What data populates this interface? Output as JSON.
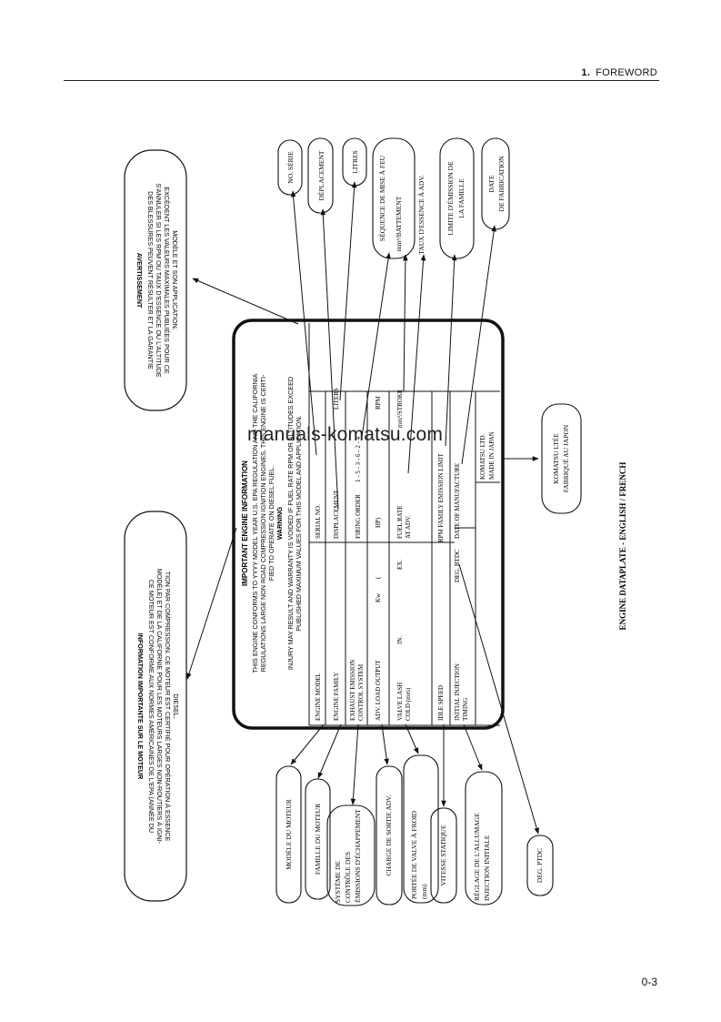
{
  "header": {
    "chapter_number": "1.",
    "chapter_title": "FOREWORD"
  },
  "page_number": "0-3",
  "watermark": "manuals-komatsu.com",
  "figure_caption": "ENGINE DATAPLATE - ENGLISH / FRENCH",
  "plate": {
    "title": "IMPORTANT ENGINE INFORMATION",
    "conformance": [
      "THIS ENGINE CONFORMS TO YYYY MODEL YEAR U.S. EPA REGULATION AND THE CALIFORNIA",
      "REGULATIONS LARGE NON ROAD COMPRESSION IGNITION ENGINES. THIS ENGINE IS CERTI-",
      "FIED TO OPERATE ON DIESEL FUEL."
    ],
    "warning_title": "WARNING",
    "warning": [
      "INJURY MAY RESULT AND WARRANTY IS VOIDED IF FUEL RATE RPM OR ALTITUDES EXCEED",
      "PUBLISHED MAXIMUM VALUES FOR THIS MODEL AND APPLICATION."
    ],
    "engine_model": "ENGINE MODEL",
    "serial_no": "SERIAL NO.",
    "engine_family": "ENGINE FAMILY",
    "displacement": "DISPLACEMENT",
    "liters": "LITERS",
    "exhaust_1": "EXHAUST EMISSION",
    "exhaust_2": "CONTROL SYSTEM",
    "firing_order": "FIRING ORDER",
    "firing_value": "1 - 5 - 3 - 6 - 2 - 4",
    "adv_load_output": "ADV. LOAD OUTPUT",
    "kw": "Kw",
    "paren_open": "(",
    "hp": "HP)",
    "rpm": "RPM",
    "valve_lash_1": "VALVE LASH",
    "valve_lash_2": "COLD (mm)",
    "in": "IN.",
    "ex": "EX.",
    "fuel_rate_1": "FUEL RATE",
    "fuel_rate_2": "AT ADV.",
    "mm3_stroke": "mm³/STROKE",
    "idle_speed": "IDLE SPEED",
    "rpm_family": "RPM FAMILY EMISSION LIMIT",
    "initial_injection_1": "INITIAL INJECTION",
    "initial_injection_2": "TIMING",
    "deg_btdc": "DEG. BTDC",
    "date_of_manufacture": "DATE OF MANUFACTURE",
    "komatsu_ltd": "KOMATSU LTD.",
    "made_in_japan": "MADE IN JAPAN"
  },
  "callouts": {
    "avertissement_title": "AVERTISSEMENT",
    "avertissement": [
      "DES BLESSURES PEUVENT RÉSULTER ET LA GARANTIE",
      "S'ANNULER SI LES RPM OU TAUX D'ESSENCE OU L'ALTITUDE",
      "EXCÈDENT LES VALEURS MAXIMALES PUBLIÉES POUR CE",
      "MODÈLE ET SON APPLICATION."
    ],
    "info_title": "INFORMATION IMPORTANTE SUR LE MOTEUR",
    "info": [
      "CE MOTEUR EST CONFORME AUX NORMES AMÉRICAINES DE L'EPA (ANNÉE DU",
      "MODÈLE) ET DE LA CALIFORNIE POUR LES MOTEURS LARGES NON-ROUTIERS À IGNI-",
      "TION PAR COMPRESSION.  CE MOTEUR EST CERTIFIÉ POUR OPÉRATION À ESSENCE",
      "DIESEL."
    ],
    "no_serie": "NO. SÉRIE",
    "deplacement": "DÉPLACEMENT",
    "litres": "LITRES",
    "sequence": "SÉQUENCE DE MISE À FEU",
    "mm3_battement": "mm³/BATTEMENT",
    "taux_essence": "TAUX D'ESSENCE  À ADV.",
    "limite_1": "LIMITE D'ÉMISSION DE",
    "limite_2": "LA FAMILLE",
    "date_1": "DATE",
    "date_2": "DE FABRICATION",
    "komatsu_fr_1": "KOMATSU LTÉE",
    "komatsu_fr_2": "FABRIQUÉ AU JAPON",
    "modele": "MODÈLE DU MOTEUR",
    "famille": "FAMILLE DU MOTEUR",
    "systeme_1": "SYSTÈME DE",
    "systeme_2": "CONTRÔLE DES",
    "systeme_3": "ÉMISSIONS D'ÉCHAPPEMENT",
    "charge": "CHARGE DE SORTIE ADV.",
    "portee_1": "PORTÉE DE VALVE À FROID",
    "portee_2": "(mm)",
    "vitesse": "VITESSE STATIQUE",
    "reglage_1": "RÉGLAGE DE L'ALLUMAGE",
    "reglage_2": "INJECTION INITIALE",
    "deg_ptdc": "DEG. PTDC"
  }
}
